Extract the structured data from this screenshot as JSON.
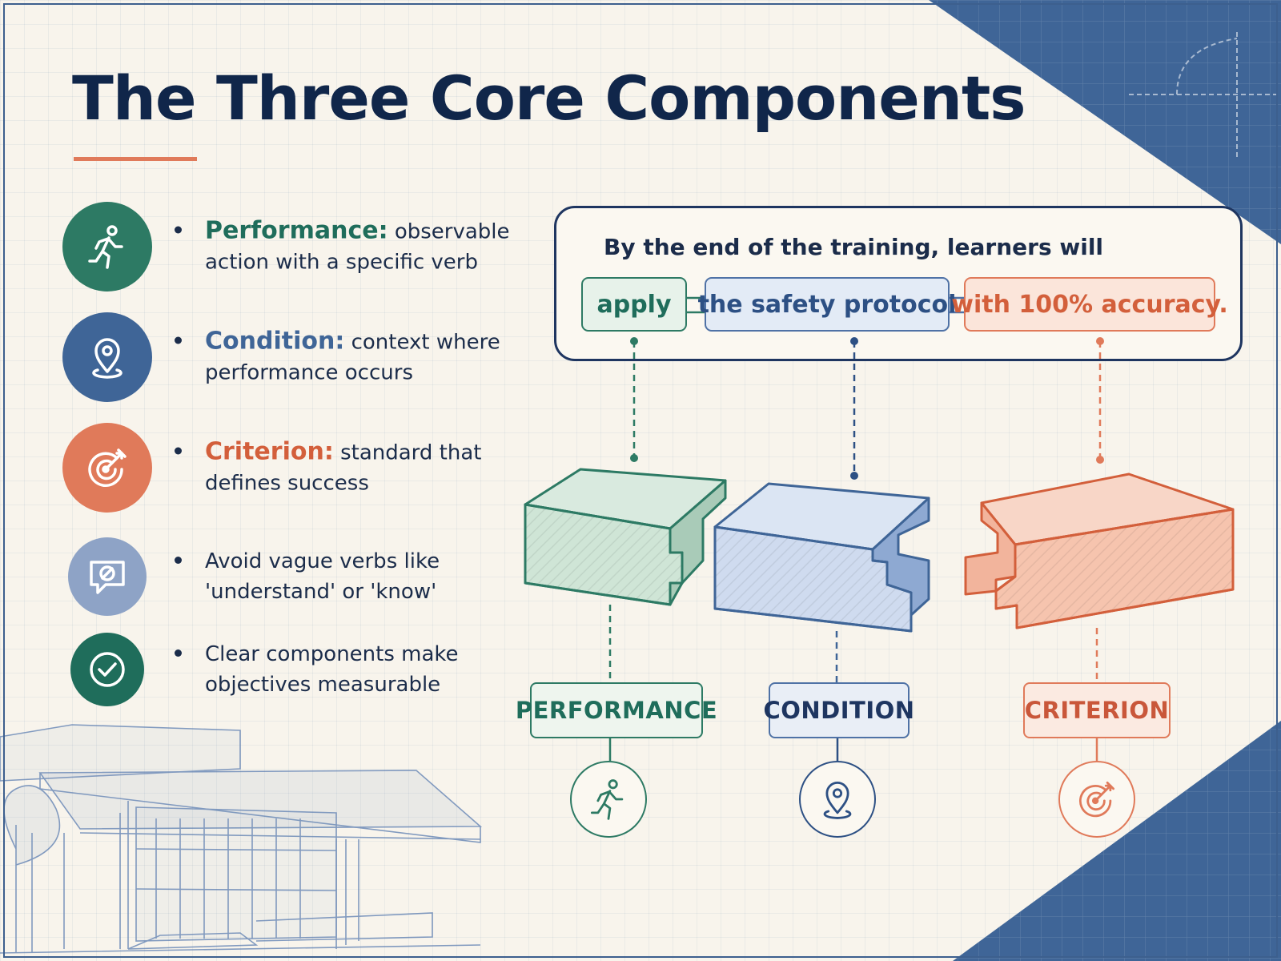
{
  "title": "The Three Core Components",
  "colors": {
    "navy": "#10264a",
    "performance": "#2d7a64",
    "condition": "#4f72a6",
    "criterion": "#e07a5a",
    "neutral": "#8ea3c6"
  },
  "side_items": [
    {
      "icon": "running-person-icon",
      "term": "Performance:",
      "text": "observable action with a specific verb"
    },
    {
      "icon": "location-pin-icon",
      "term": "Condition:",
      "text": "context where performance occurs"
    },
    {
      "icon": "target-arrow-icon",
      "term": "Criterion:",
      "text": "standard that defines success"
    },
    {
      "icon": "prohibited-speech-icon",
      "term": "",
      "text": "Avoid vague verbs like 'understand' or 'know'"
    },
    {
      "icon": "checkmark-icon",
      "term": "",
      "text": "Clear components make objectives measurable"
    }
  ],
  "sentence": {
    "lead": "By the end of the training, learners will",
    "performance": "apply",
    "condition": "the safety protocol",
    "criterion": "with 100% accuracy."
  },
  "labels": {
    "performance": "PERFORMANCE",
    "condition": "CONDITION",
    "criterion": "CRITERION"
  }
}
